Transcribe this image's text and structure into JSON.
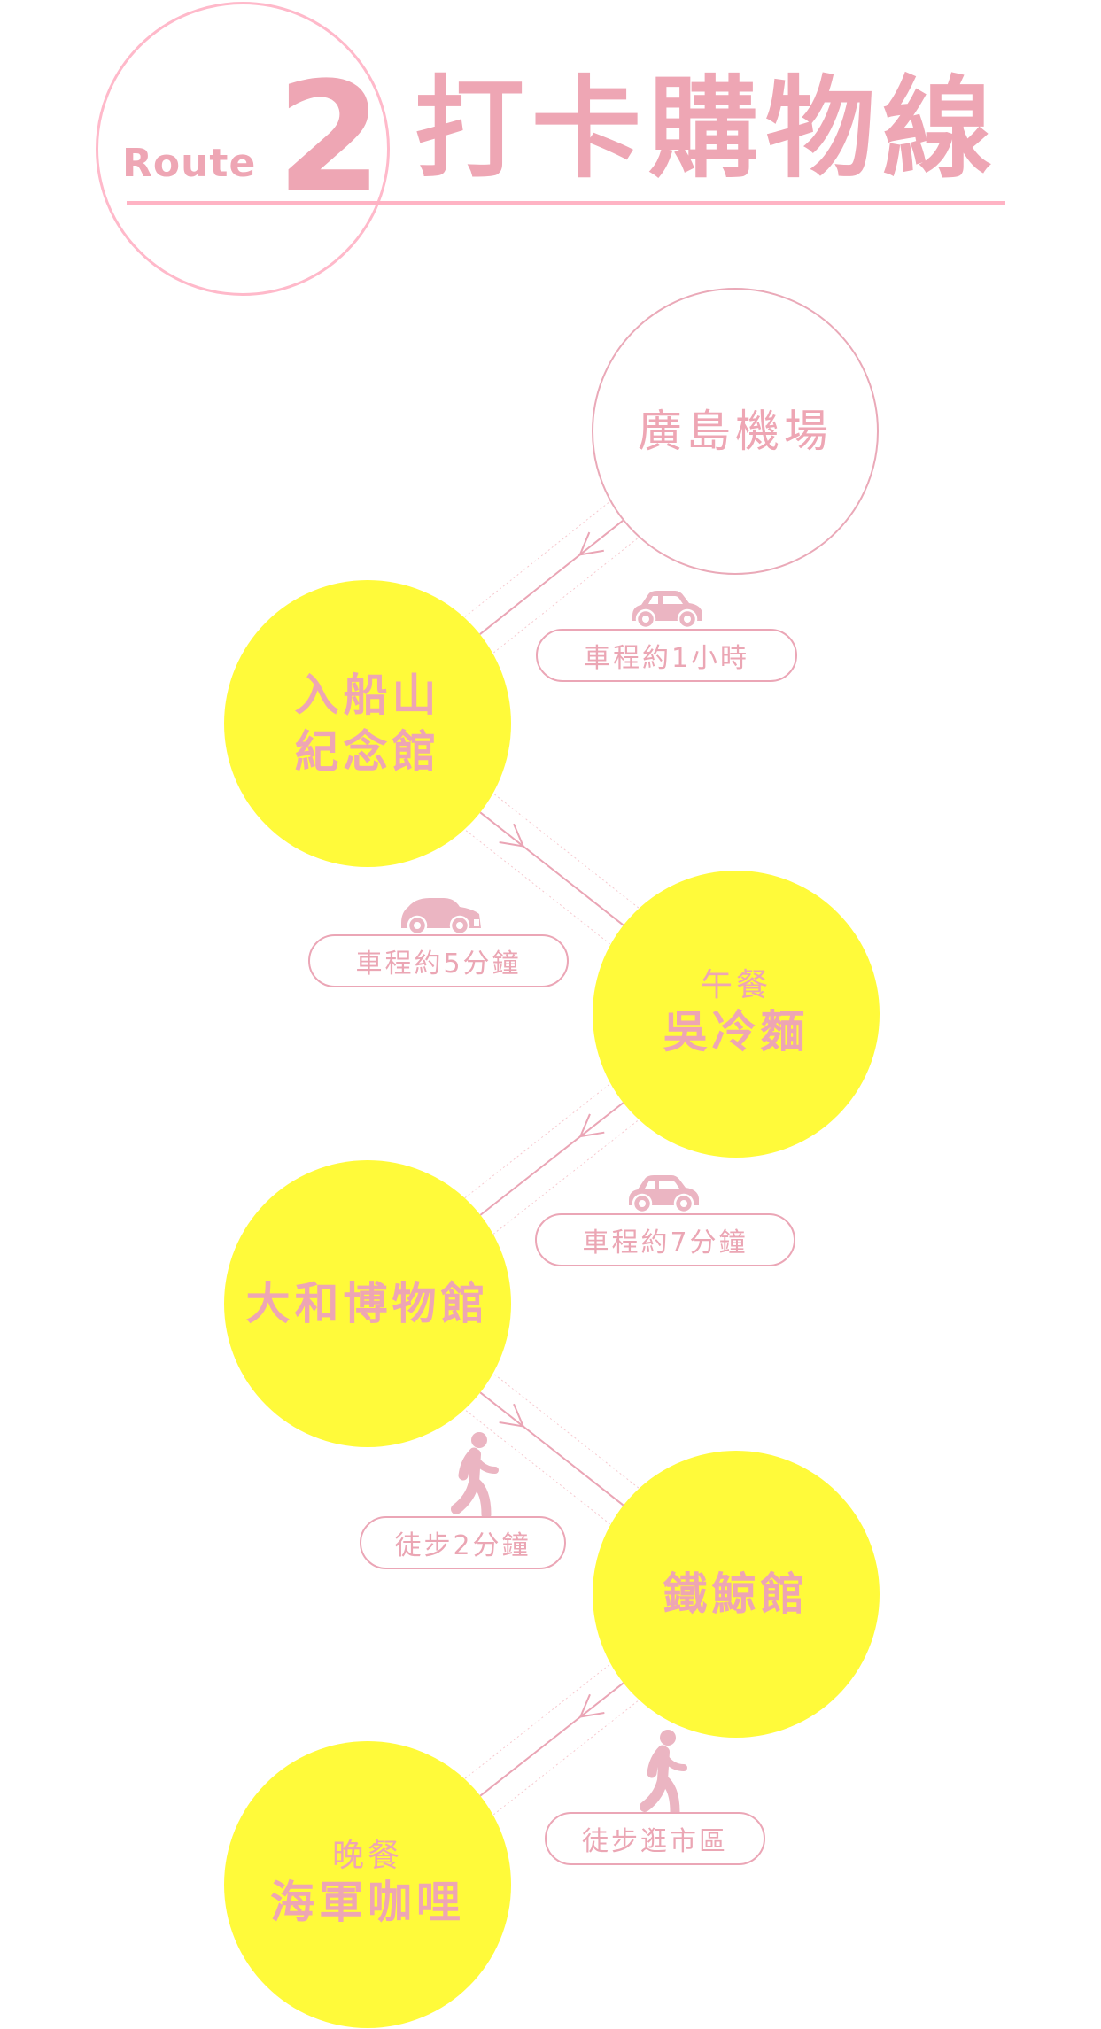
{
  "header": {
    "route_word": "Route",
    "route_number": "2",
    "title": "打卡購物線"
  },
  "colors": {
    "accent_pink": "#eea6b4",
    "ring_pink": "#ffb9ca",
    "stop_yellow": "#fffa3a",
    "icon_pink": "#ebb5c2"
  },
  "stops": [
    {
      "label": "廣島機場",
      "sub": "",
      "type": "start"
    },
    {
      "label": "入船山\n紀念館",
      "sub": "",
      "type": "stop"
    },
    {
      "label": "吳冷麵",
      "sub": "午餐",
      "type": "stop"
    },
    {
      "label": "大和博物館",
      "sub": "",
      "type": "stop"
    },
    {
      "label": "鐵鯨館",
      "sub": "",
      "type": "stop"
    },
    {
      "label": "海軍咖哩",
      "sub": "晚餐",
      "type": "stop"
    }
  ],
  "legs": [
    {
      "mode": "car-icon",
      "text": "車程約1小時"
    },
    {
      "mode": "car-icon",
      "text": "車程約5分鐘"
    },
    {
      "mode": "car-icon",
      "text": "車程約7分鐘"
    },
    {
      "mode": "walking-person-icon",
      "text": "徒步2分鐘"
    },
    {
      "mode": "walking-person-icon",
      "text": "徒步逛市區"
    }
  ]
}
